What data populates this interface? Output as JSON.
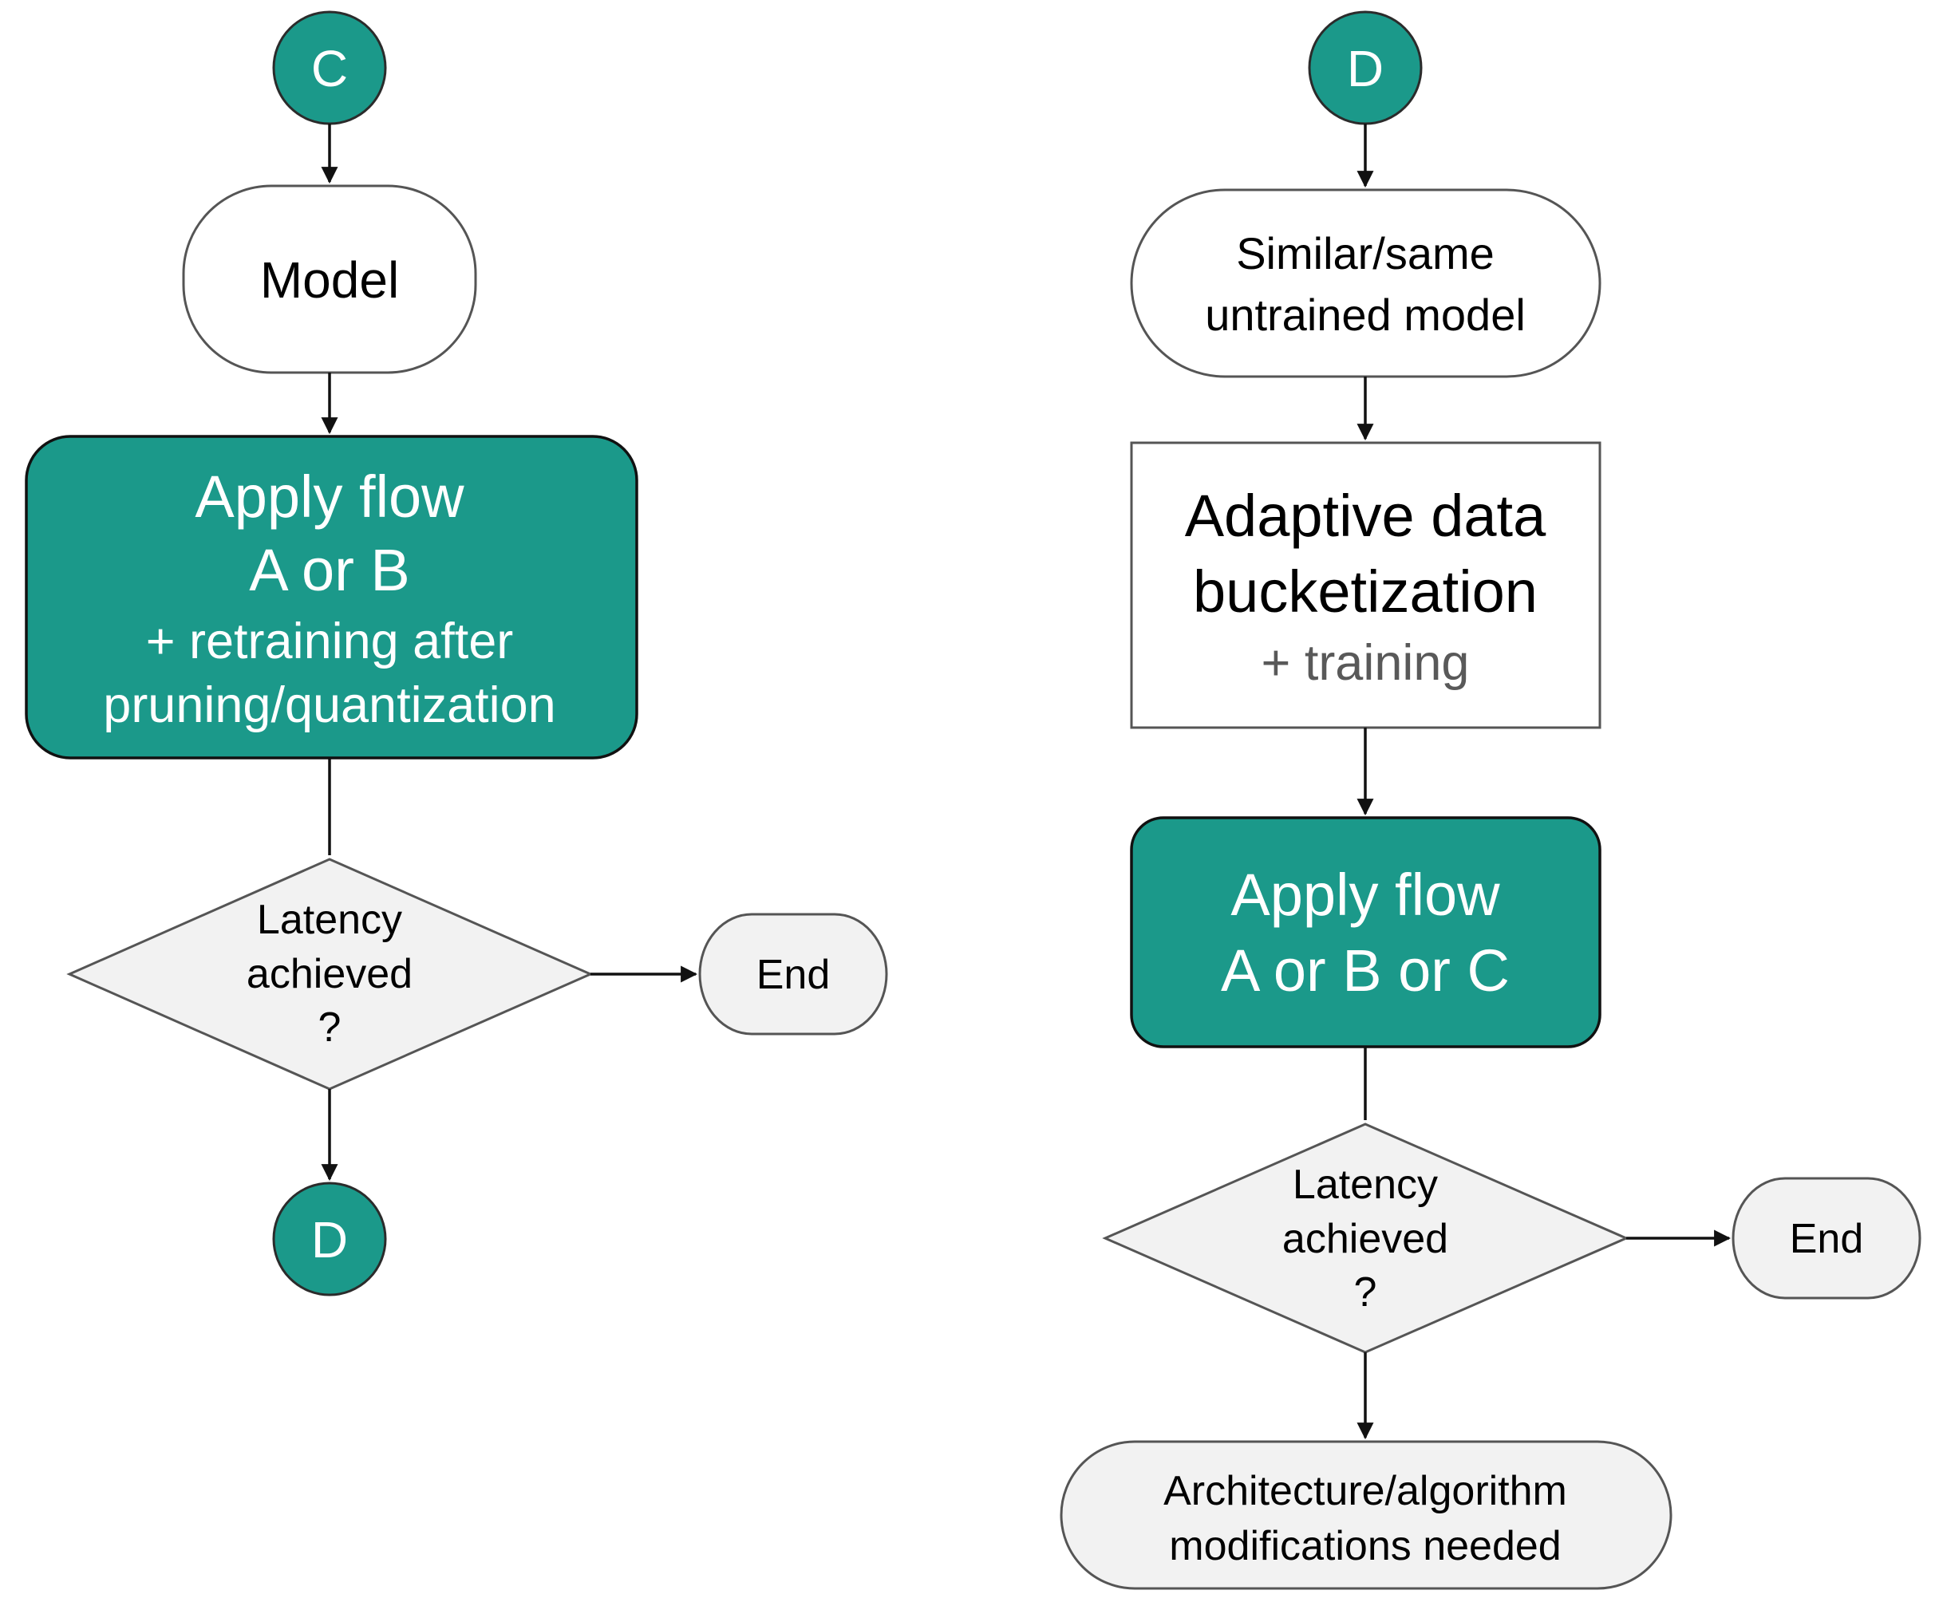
{
  "left_flow": {
    "start_connector": "C",
    "model_node": "Model",
    "apply_node": {
      "line1": "Apply flow",
      "line2": "A or B",
      "line3": "+ retraining after",
      "line4": "pruning/quantization"
    },
    "decision": {
      "line1": "Latency",
      "line2": "achieved",
      "line3": "?"
    },
    "end_node": "End",
    "end_connector": "D"
  },
  "right_flow": {
    "start_connector": "D",
    "model_node": {
      "line1": "Similar/same",
      "line2": "untrained model"
    },
    "bucket_node": {
      "line1": "Adaptive data",
      "line2": "bucketization",
      "line3": "+ training"
    },
    "apply_node": {
      "line1": "Apply flow",
      "line2": "A or B or C"
    },
    "decision": {
      "line1": "Latency",
      "line2": "achieved",
      "line3": "?"
    },
    "end_node": "End",
    "final_node": {
      "line1": "Architecture/algorithm",
      "line2": "modifications needed"
    }
  },
  "colors": {
    "teal": "#1b998a",
    "terminal_fill": "#f2f2f2",
    "stroke": "#555555"
  }
}
